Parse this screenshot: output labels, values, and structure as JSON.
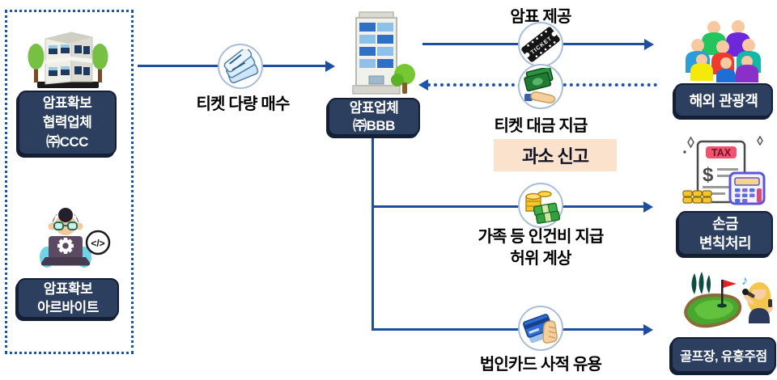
{
  "colors": {
    "arrow_blue": "#1f4e9f",
    "label_navy": "#2c3f5e",
    "label_text": "#ffffff",
    "highlight_peach": "#fbe2cd",
    "group_border_blue": "#1e55a3"
  },
  "nodes": {
    "coop_company": {
      "lines": [
        "암표확보",
        "협력업체",
        "㈜CCC"
      ]
    },
    "part_timer": {
      "lines": [
        "암표확보",
        "아르바이트"
      ]
    },
    "scalper_company": {
      "lines": [
        "암표업체",
        "㈜BBB"
      ]
    },
    "tourists": {
      "label": "해외 관광객"
    },
    "tax_treatment": {
      "lines": [
        "손금",
        "변칙처리"
      ]
    },
    "entertainment": {
      "label": "골프장, 유흥주점"
    }
  },
  "flows": {
    "bulk_buy": {
      "label": "티켓 다량 매수"
    },
    "ticket_supply": {
      "label": "암표 제공"
    },
    "ticket_payment": {
      "label": "티켓 대금 지급"
    },
    "under_report": {
      "label": "과소 신고"
    },
    "labor_cost": {
      "lines": [
        "가족 등 인건비 지급",
        "허위 계상"
      ]
    },
    "corp_card": {
      "label": "법인카드 사적 유용"
    }
  },
  "icon_text": {
    "ticket": "TICKET",
    "tax": "TAX",
    "dollar": "$",
    "code": "</>",
    "note": "♪"
  }
}
